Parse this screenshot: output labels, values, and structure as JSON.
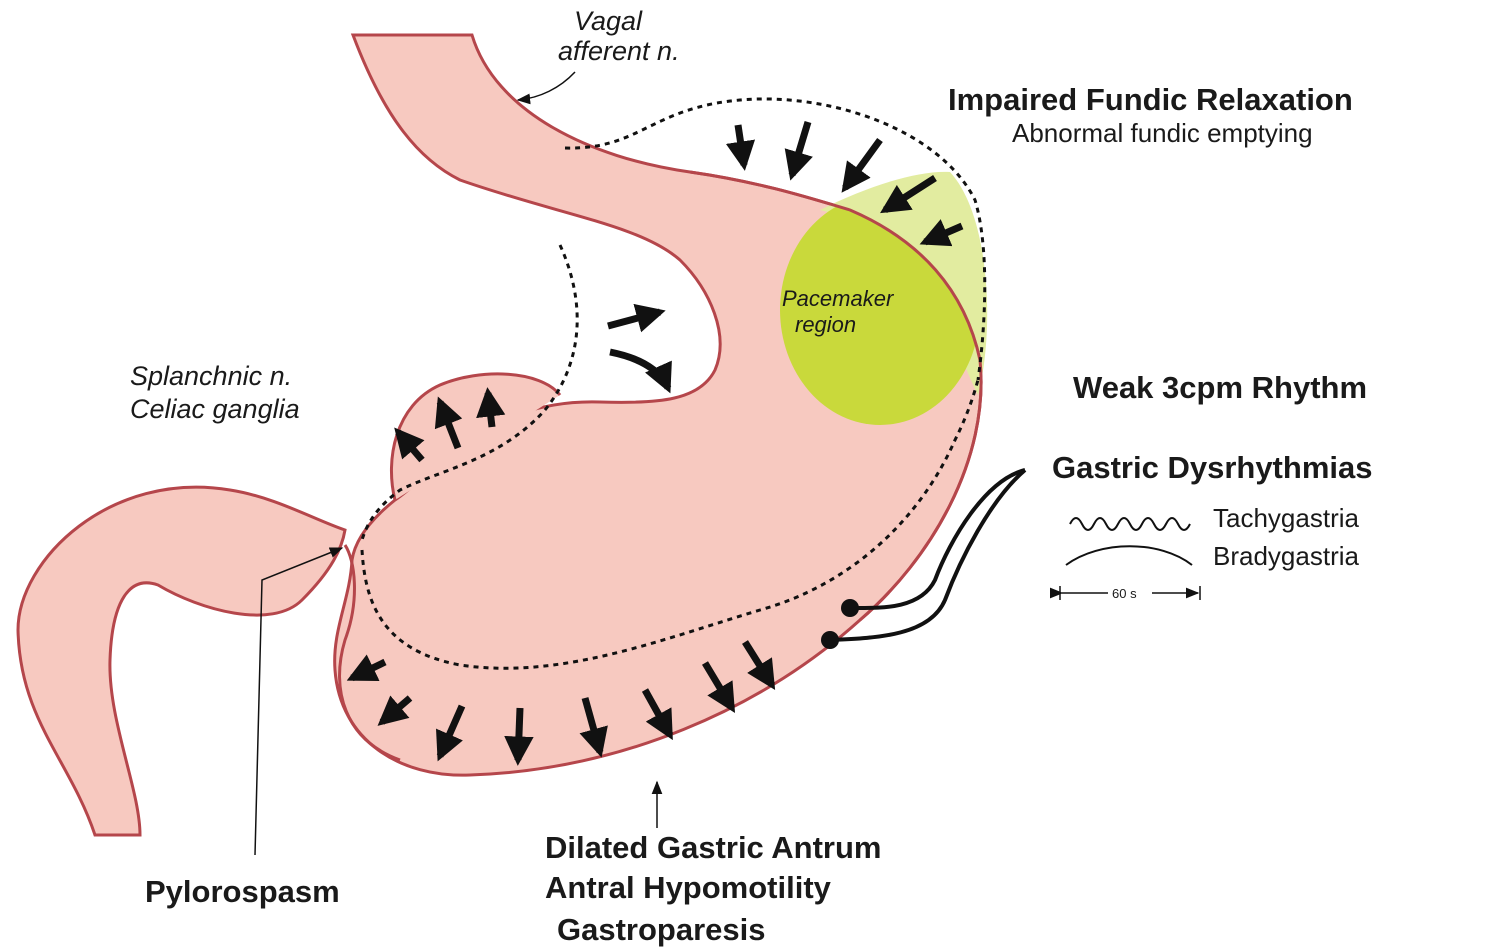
{
  "labels": {
    "vagal_line1": "Vagal",
    "vagal_line2": "afferent n.",
    "fundic_title": "Impaired Fundic Relaxation",
    "fundic_sub": "Abnormal fundic emptying",
    "pacemaker_line1": "Pacemaker",
    "pacemaker_line2": "region",
    "splanchnic_line1": "Splanchnic n.",
    "splanchnic_line2": "Celiac ganglia",
    "weak_rhythm": "Weak 3cpm Rhythm",
    "dysrhythmias_title": "Gastric Dysrhythmias",
    "tachy": "Tachygastria",
    "brady": "Bradygastria",
    "time_scale": "60 s",
    "pylorospasm": "Pylorospasm",
    "antrum_line1": "Dilated Gastric Antrum",
    "antrum_line2": "Antral Hypomotility",
    "antrum_line3": "Gastroparesis"
  },
  "colors": {
    "stomach_fill": "#f7c9c0",
    "stomach_outline": "#b5464b",
    "pacemaker_fill": "#c9d93b",
    "fundus_zone_fill": "#e2eca0",
    "arrow": "#111111"
  }
}
